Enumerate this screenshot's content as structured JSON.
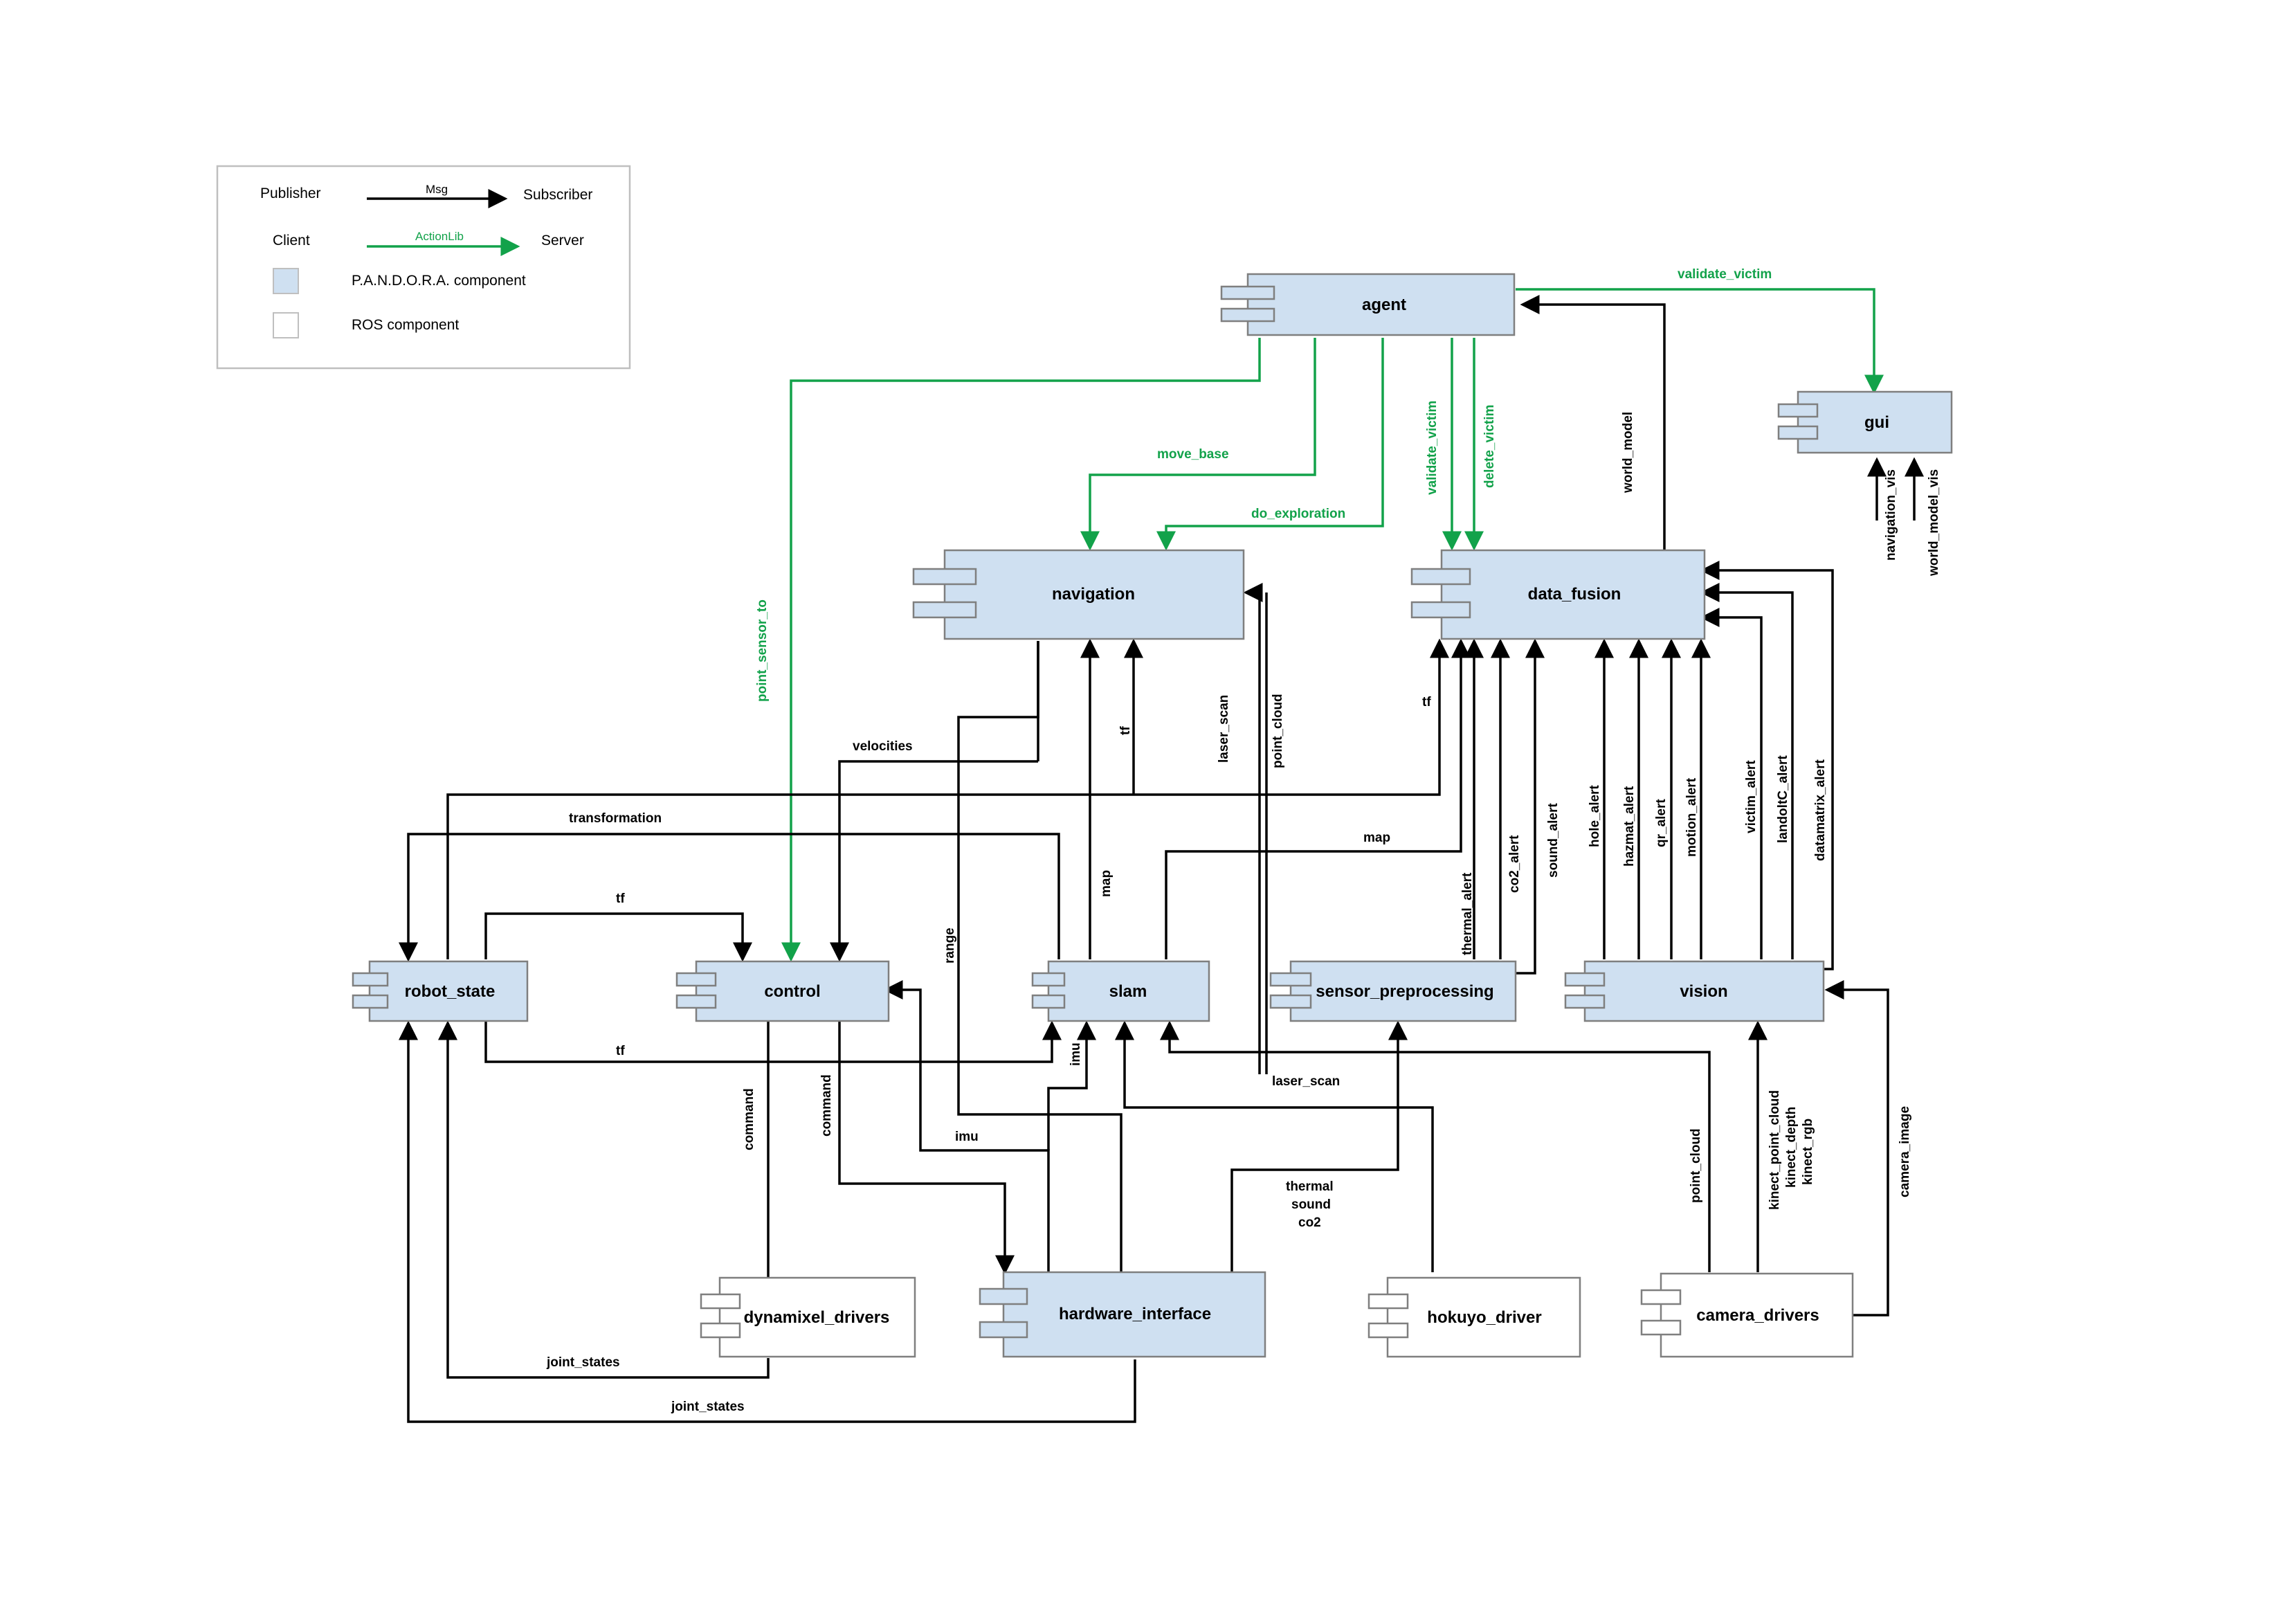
{
  "legend": {
    "publisher": "Publisher",
    "msg": "Msg",
    "subscriber": "Subscriber",
    "client": "Client",
    "actionlib": "ActionLib",
    "server": "Server",
    "pandora_component": "P.A.N.D.O.R.A. component",
    "ros_component": "ROS  component"
  },
  "colors": {
    "pandora_fill": "#cfe0f1",
    "ros_fill": "#ffffff",
    "message_edge": "#000000",
    "action_edge": "#12a24a"
  },
  "nodes": {
    "agent": "agent",
    "gui": "gui",
    "navigation": "navigation",
    "data_fusion": "data_fusion",
    "robot_state": "robot_state",
    "control": "control",
    "slam": "slam",
    "sensor_preprocessing": "sensor_preprocessing",
    "vision": "vision",
    "dynamixel_drivers": "dynamixel_drivers",
    "hardware_interface": "hardware_interface",
    "hokuyo_driver": "hokuyo_driver",
    "camera_drivers": "camera_drivers"
  },
  "edges": {
    "validate_victim_gui": "validate_victim",
    "world_model": "world_model",
    "move_base": "move_base",
    "do_exploration": "do_exploration",
    "validate_victim": "validate_victim",
    "delete_victim": "delete_victim",
    "point_sensor_to": "point_sensor_to",
    "navigation_vis": "navigation_vis",
    "world_model_vis": "world_model_vis",
    "velocities": "velocities",
    "tf_nav": "tf",
    "tf_fusion": "tf",
    "laser_scan_nav": "laser_scan",
    "point_cloud_nav": "point_cloud",
    "transformation": "transformation",
    "map_fusion": "map",
    "map_nav": "map",
    "tf_control": "tf",
    "range": "range",
    "thermal_alert": "thermal_alert",
    "co2_alert": "co2_alert",
    "sound_alert": "sound_alert",
    "hole_alert": "hole_alert",
    "hazmat_alert": "hazmat_alert",
    "qr_alert": "qr_alert",
    "motion_alert": "motion_alert",
    "victim_alert": "victim_alert",
    "landoltc_alert": "landoltC_alert",
    "datamatrix_alert": "datamatrix_alert",
    "tf_slam": "tf",
    "imu_slam": "imu",
    "command_dyn": "command",
    "command_hw": "command",
    "imu_control": "imu",
    "laser_scan_slam": "laser_scan",
    "thermal": "thermal",
    "sound": "sound",
    "co2": "co2",
    "point_cloud_cam": "point_cloud",
    "kinect_point_cloud": "kinect_point_cloud",
    "kinect_depth": "kinect_depth",
    "kinect_rgb": "kinect_rgb",
    "camera_image": "camera_image",
    "joint_states_dyn": "joint_states",
    "joint_states_hw": "joint_states"
  }
}
